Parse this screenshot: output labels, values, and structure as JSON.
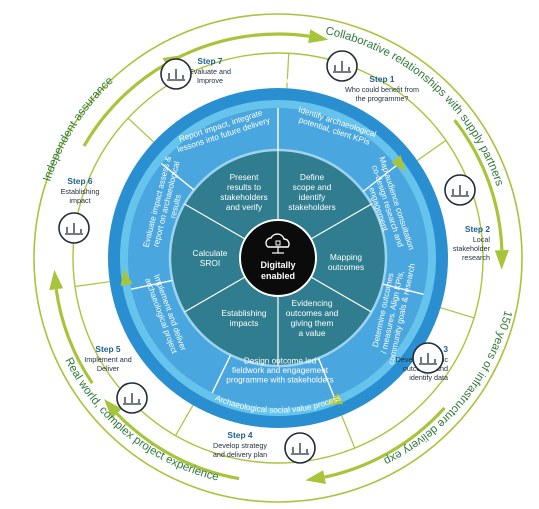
{
  "colors": {
    "outer_ring": "#ffffff",
    "outer_ring_stroke": "#a8c43a",
    "step_ring": "#ffffff",
    "band_light": "#66c3ec",
    "band_dark": "#2a8fd0",
    "segment_blue": "#4aa6de",
    "inner_teal": "#2f7d8f",
    "core": "#0b0b0b",
    "arrow_green": "#a8c43a",
    "outer_text": "#2f7a3a",
    "step_title": "#1d5f8f"
  },
  "outer_labels": {
    "top_right": "Collaborative relationships with supply partners",
    "bottom_right": "150 years of infrastructure delivery expertise",
    "bottom_left": "Real world, complex project experience",
    "top_left": "Independent assurance"
  },
  "band_labels": {
    "top": "Archaeological social value process",
    "bottom": "Archaeological social value process"
  },
  "core": {
    "label_line1": "Digitally",
    "label_line2": "enabled",
    "icon": "cloud-network-icon"
  },
  "steps": [
    {
      "title": "Step 1",
      "desc_lines": [
        "Who could benefit from",
        "the programme?"
      ],
      "icon": "people-group-icon"
    },
    {
      "title": "Step 2",
      "desc_lines": [
        "Local",
        "stakeholder",
        "research"
      ],
      "icon": "balance-scale-icon"
    },
    {
      "title": "Step 3",
      "desc_lines": [
        "Develop specific",
        "outcomes and",
        "identify data"
      ],
      "icon": "network-nodes-icon"
    },
    {
      "title": "Step 4",
      "desc_lines": [
        "Develop strategy",
        "and delivery plan"
      ],
      "icon": "meeting-table-icon"
    },
    {
      "title": "Step 5",
      "desc_lines": [
        "Implement and",
        "Deliver"
      ],
      "icon": "hand-coin-icon"
    },
    {
      "title": "Step 6",
      "desc_lines": [
        "Establishing",
        "impact"
      ],
      "icon": "magnifier-icon"
    },
    {
      "title": "Step 7",
      "desc_lines": [
        "Evaluate and",
        "Improve"
      ],
      "icon": "evaluate-people-icon"
    }
  ],
  "segments": [
    {
      "lines": [
        "Identify archaeological",
        "potential, client KPIs"
      ]
    },
    {
      "lines": [
        "Map audience consultation",
        "co-design research and",
        "engagement"
      ]
    },
    {
      "lines": [
        "Determine outcomes",
        "/ measures. Align KPIs,",
        "community goals & research"
      ]
    },
    {
      "lines": [
        "Design outcome led",
        "fieldwork and engagement",
        "programme with stakeholders"
      ]
    },
    {
      "lines": [
        "Implement and deliver",
        "archaeological project"
      ]
    },
    {
      "lines": [
        "Evaluate impact assess &",
        "report on archaeological",
        "results"
      ]
    },
    {
      "lines": [
        "Report impact, integrate",
        "lessons into future delivery"
      ]
    }
  ],
  "inner_sectors": [
    {
      "lines": [
        "Define",
        "scope and",
        "identify",
        "stakeholders"
      ]
    },
    {
      "lines": [
        "Mapping",
        "outcomes"
      ]
    },
    {
      "lines": [
        "Evidencing",
        "outcomes and",
        "giving them",
        "a value"
      ]
    },
    {
      "lines": [
        "Establishing",
        "impacts"
      ]
    },
    {
      "lines": [
        "Calculate",
        "SROI"
      ]
    },
    {
      "lines": [
        "Present",
        "results to",
        "stakeholders",
        "and verify"
      ]
    }
  ]
}
